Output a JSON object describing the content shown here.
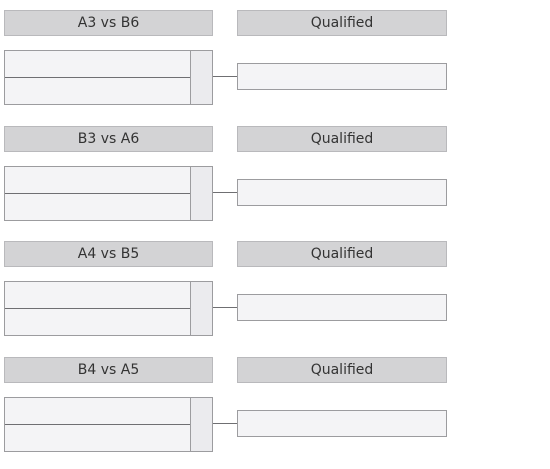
{
  "matches": [
    {
      "label": "A3 vs B6",
      "result_label": "Qualified"
    },
    {
      "label": "B3 vs A6",
      "result_label": "Qualified"
    },
    {
      "label": "A4 vs B5",
      "result_label": "Qualified"
    },
    {
      "label": "B4 vs A5",
      "result_label": "Qualified"
    }
  ]
}
